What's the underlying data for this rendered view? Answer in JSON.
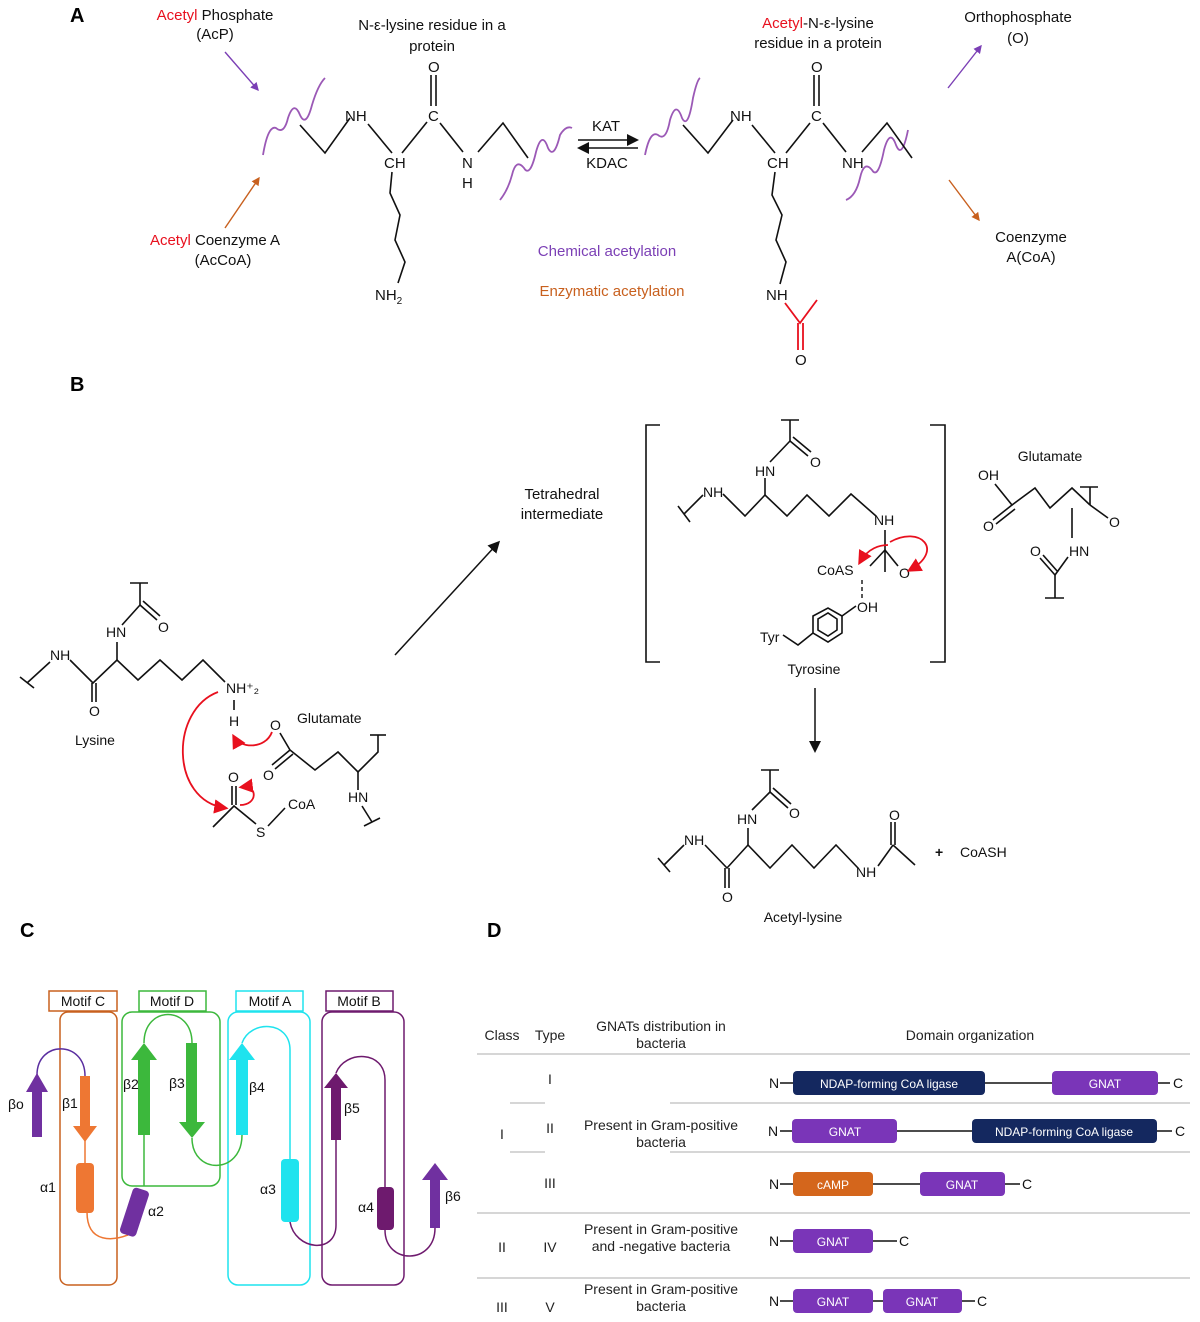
{
  "panel_labels": {
    "a": "A",
    "b": "B",
    "c": "C",
    "d": "D"
  },
  "panel_a": {
    "acp": {
      "red": "Acetyl",
      "rest": " Phosphate",
      "abbr": "(AcP)"
    },
    "accoa": {
      "red": "Acetyl",
      "rest": " Coenzyme A",
      "abbr": "(AcCoA)"
    },
    "substrate_title": [
      "N-ε-lysine residue in a",
      "protein"
    ],
    "product_title": {
      "red": "Acetyl",
      "rest": "-N-ε-lysine",
      "line2": "residue in a protein"
    },
    "orthophosphate": [
      "Orthophosphate",
      "(O)"
    ],
    "coa": [
      "Coenzyme",
      "A(CoA)"
    ],
    "kat": "KAT",
    "kdac": "KDAC",
    "chemical": "Chemical acetylation",
    "enzymatic": "Enzymatic acetylation",
    "atoms": {
      "nh": "NH",
      "c": "C",
      "o": "O",
      "ch": "CH",
      "n": "N",
      "h": "H",
      "nh2": "NH",
      "sub2": "2"
    },
    "colors": {
      "chemical": "#7b3fb5",
      "enzymatic": "#c8601e",
      "acetyl": "#e8101e"
    }
  },
  "panel_b": {
    "lysine": "Lysine",
    "glutamate": "Glutamate",
    "tetrahedral": [
      "Tetrahedral",
      "intermediate"
    ],
    "tyrosine": "Tyrosine",
    "tyr": "Tyr",
    "acetyl_lysine": "Acetyl-lysine",
    "coash": "CoASH",
    "plus": "+",
    "coa": "CoA",
    "coas": "CoAS",
    "atoms": {
      "nh": "NH",
      "hn": "HN",
      "o": "O",
      "s": "S",
      "h": "H",
      "oh": "OH",
      "nh2plus": "NH⁺₂"
    }
  },
  "panel_c": {
    "motifs": [
      {
        "label": "Motif C",
        "color": "#c8601e"
      },
      {
        "label": "Motif D",
        "color": "#3cb83c"
      },
      {
        "label": "Motif A",
        "color": "#1fe3ee"
      },
      {
        "label": "Motif B",
        "color": "#6e1a6e"
      }
    ],
    "elements": {
      "b0": "βo",
      "b1": "β1",
      "b2": "β2",
      "b3": "β3",
      "b4": "β4",
      "b5": "β5",
      "b6": "β6",
      "a1": "α1",
      "a2": "α2",
      "a3": "α3",
      "a4": "α4"
    }
  },
  "panel_d": {
    "headers": {
      "class": "Class",
      "type": "Type",
      "distribution": [
        "GNATs distribution in",
        "bacteria"
      ],
      "domain": "Domain organization"
    },
    "classes": [
      "I",
      "II",
      "III"
    ],
    "types": [
      "I",
      "II",
      "III",
      "IV",
      "V"
    ],
    "distribution": {
      "class1": [
        "Present in Gram-positive",
        "bacteria"
      ],
      "class2": [
        "Present in Gram-positive",
        "and -negative bacteria"
      ],
      "class3": [
        "Present in Gram-positive",
        "bacteria"
      ]
    },
    "termini": {
      "n": "N",
      "c": "C"
    },
    "domains": {
      "ndap": "NDAP-forming CoA ligase",
      "gnat": "GNAT",
      "camp": "cAMP"
    },
    "colors": {
      "ndap": "#14285f",
      "gnat": "#7a35b8",
      "camp": "#d4661c"
    }
  }
}
